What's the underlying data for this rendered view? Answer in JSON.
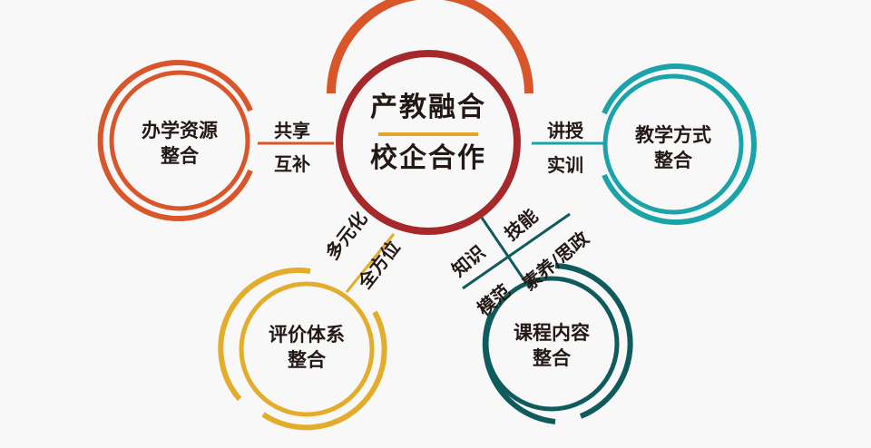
{
  "colors": {
    "background": "#f8f8f8",
    "center_outer": "#d9562a",
    "center_inner": "#a5282a",
    "divider": "#e1a92b",
    "resources": "#d9562a",
    "teaching": "#1aa3a8",
    "evaluation": "#e3ac2b",
    "curriculum": "#0f5a5c",
    "text": "#231815"
  },
  "center": {
    "line1": "产教融合",
    "line2": "校企合作"
  },
  "nodes": {
    "resources": {
      "line1": "办学资源",
      "line2": "整合"
    },
    "teaching": {
      "line1": "教学方式",
      "line2": "整合"
    },
    "evaluation": {
      "line1": "评价体系",
      "line2": "整合"
    },
    "curriculum": {
      "line1": "课程内容",
      "line2": "整合"
    }
  },
  "edges": {
    "resources": {
      "top": "共享",
      "bottom": "互补"
    },
    "teaching": {
      "top": "讲授",
      "bottom": "实训"
    },
    "evaluation": {
      "top": "多元化",
      "bottom": "全方位"
    },
    "curriculum": {
      "top_left": "知识",
      "top_right": "技能",
      "bottom_left": "模范",
      "bottom_right": "素养/思政"
    }
  }
}
